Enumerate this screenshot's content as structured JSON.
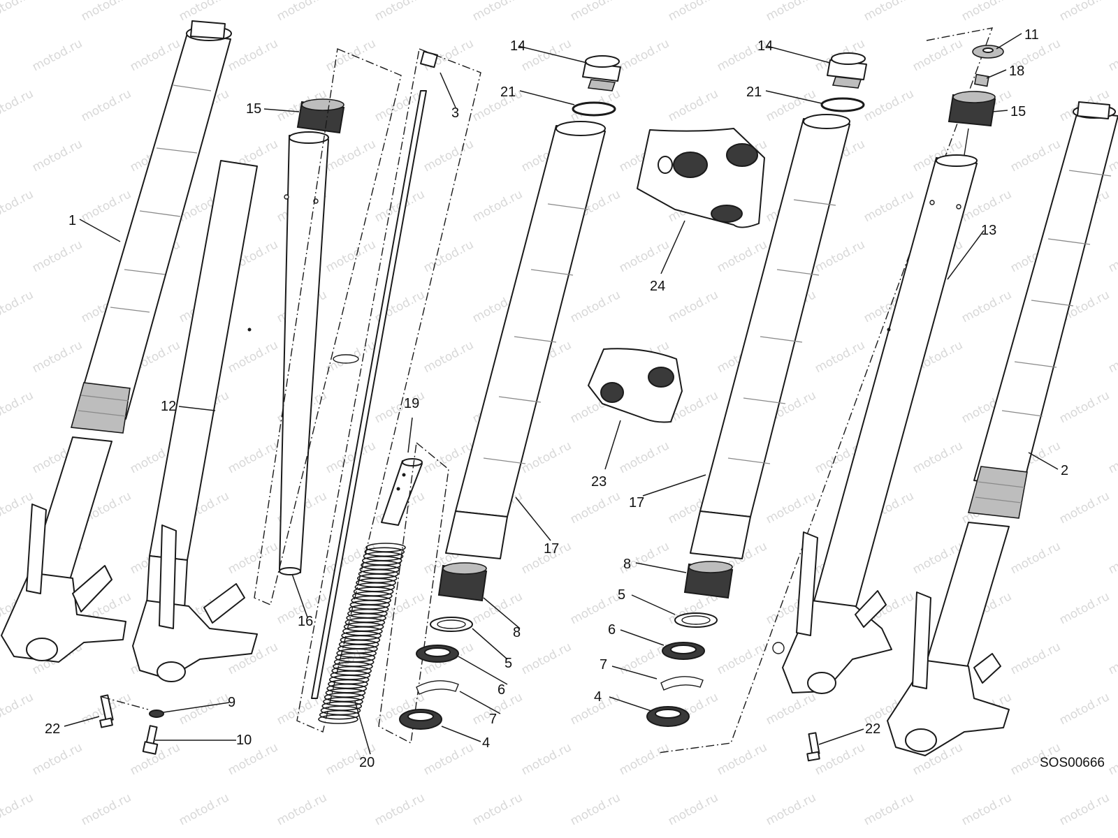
{
  "diagram": {
    "drawing_code": "SOS00666",
    "watermark": "motod.ru",
    "accent_color": "#1a1a1a",
    "callouts": {
      "c1": "1",
      "c2": "2",
      "c3": "3",
      "c4a": "4",
      "c4b": "4",
      "c5a": "5",
      "c5b": "5",
      "c6a": "6",
      "c6b": "6",
      "c7a": "7",
      "c7b": "7",
      "c8a": "8",
      "c8b": "8",
      "c9": "9",
      "c10": "10",
      "c11": "11",
      "c12": "12",
      "c13": "13",
      "c14a": "14",
      "c14b": "14",
      "c15a": "15",
      "c15b": "15",
      "c16": "16",
      "c17a": "17",
      "c17b": "17",
      "c18": "18",
      "c19": "19",
      "c20": "20",
      "c21a": "21",
      "c21b": "21",
      "c22a": "22",
      "c22b": "22",
      "c23": "23",
      "c24": "24"
    }
  }
}
